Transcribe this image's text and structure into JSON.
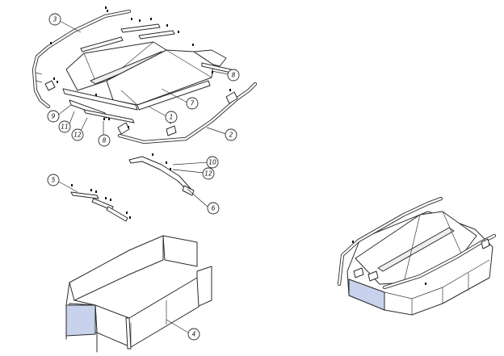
{
  "diagram": {
    "type": "exploded-assembly-drawing",
    "callouts": [
      {
        "id": "c1",
        "label": "1"
      },
      {
        "id": "c2",
        "label": "2"
      },
      {
        "id": "c3",
        "label": "3"
      },
      {
        "id": "c4",
        "label": "4"
      },
      {
        "id": "c5",
        "label": "5"
      },
      {
        "id": "c6",
        "label": "6"
      },
      {
        "id": "c7",
        "label": "7"
      },
      {
        "id": "c8a",
        "label": "8"
      },
      {
        "id": "c8b",
        "label": "8"
      },
      {
        "id": "c9",
        "label": "9"
      },
      {
        "id": "c10",
        "label": "10"
      },
      {
        "id": "c11",
        "label": "11"
      },
      {
        "id": "c12a",
        "label": "12"
      },
      {
        "id": "c12b",
        "label": "12"
      }
    ],
    "colors": {
      "line": "#2b2b2b",
      "highlight_panel": "#c9d2ec",
      "background": "#ffffff"
    }
  }
}
